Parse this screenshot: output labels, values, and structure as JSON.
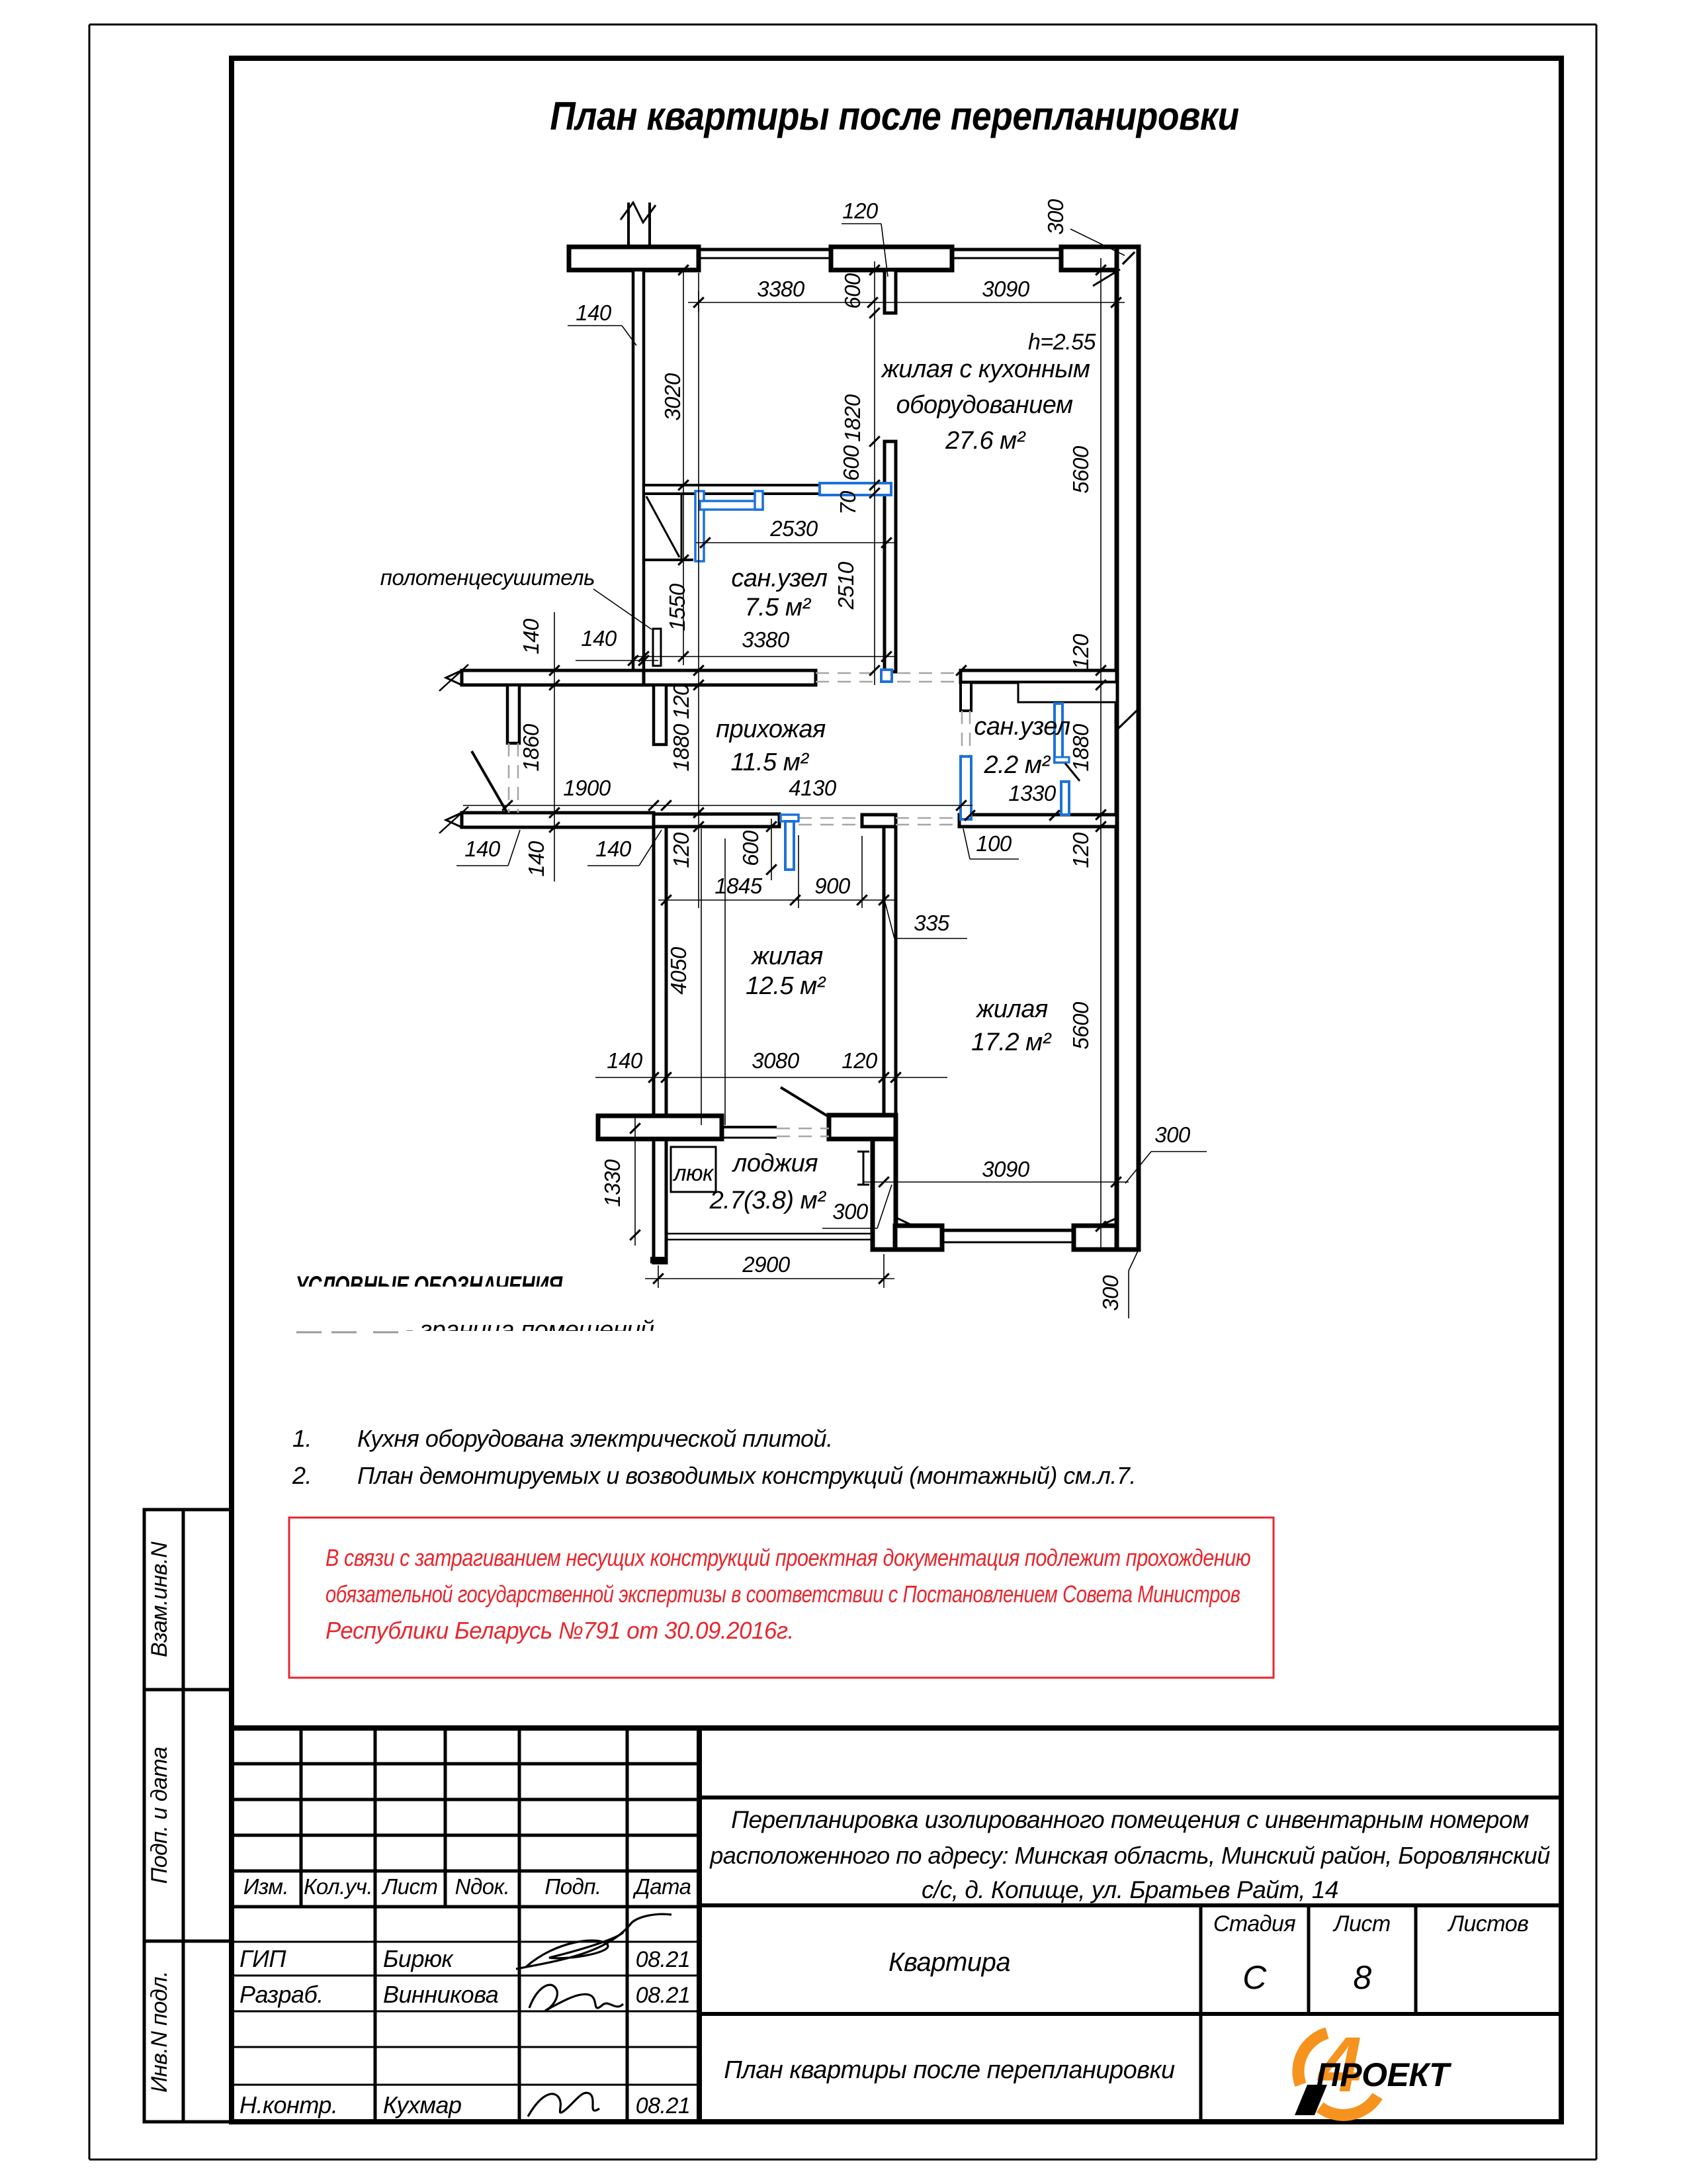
{
  "page": {
    "title": "План квартиры после перепланировки"
  },
  "plan": {
    "rooms": {
      "kitchen_line1": "жилая с кухонным",
      "kitchen_line2": "оборудованием",
      "kitchen_area": "27.6 м²",
      "kitchen_height": "h=2.55",
      "bath1": "сан.узел",
      "bath1_area": "7.5 м²",
      "hall": "прихожая",
      "hall_area": "11.5 м²",
      "bath2": "сан.узел",
      "bath2_area": "2.2 м²",
      "room1": "жилая",
      "room1_area": "12.5 м²",
      "room2": "жилая",
      "room2_area": "17.2 м²",
      "loggia": "лоджия",
      "loggia_area": "2.7(3.8) м²",
      "hatch": "люк",
      "towel": "полотенцесушитель"
    },
    "dims": {
      "t120": "120",
      "t140": "140",
      "t300": "300",
      "t3380": "3380",
      "t3090": "3090",
      "v600a": "600",
      "v1820": "1820",
      "v3020": "3020",
      "v5600t": "5600",
      "v600b": "600",
      "v70": "70",
      "h2530": "2530",
      "v2510": "2510",
      "v1550": "1550",
      "h3380b": "3380",
      "v140a": "140",
      "h140w": "140",
      "v1860": "1860",
      "v120l1": "120",
      "v1880l": "1880",
      "h1900": "1900",
      "h4130": "4130",
      "v140b": "140",
      "h140c": "140",
      "h140d": "140",
      "v120l2": "120",
      "v600d": "600",
      "h1845": "1845",
      "h900": "900",
      "l335": "335",
      "l100": "100",
      "h1330s": "1330",
      "v120r1": "120",
      "v1880r": "1880",
      "v120r2": "120",
      "v5600b": "5600",
      "v4050": "4050",
      "h140e": "140",
      "h3080": "3080",
      "h120e": "120",
      "v1330": "1330",
      "h2900": "2900",
      "h3090b": "3090",
      "l300a": "300",
      "l300b": "300",
      "l300c": "300"
    }
  },
  "legend": {
    "heading": "УСЛОВНЫЕ ОБОЗНАЧЕНИЯ",
    "boundary": "- граница помещений."
  },
  "notes": [
    {
      "num": "1.",
      "text": "Кухня оборудована электрической плитой."
    },
    {
      "num": "2.",
      "text": "План демонтируемых и возводимых конструкций (монтажный) см.л.7."
    }
  ],
  "warning": {
    "color": "#e8262d",
    "lines": [
      "В связи с затрагиванием несущих конструкций проектная документация подлежит прохождению",
      "обязательной государственной экспертизы в соответствии с Постановлением Совета Министров",
      "Республики Беларусь №791 от 30.09.2016г."
    ]
  },
  "sidebar": [
    "Взам.инв.N",
    "Подп. и дата",
    "Инв.N подл."
  ],
  "titleblock": {
    "cols": [
      "Изм.",
      "Кол.уч.",
      "Лист",
      "Nдок.",
      "Подп.",
      "Дата"
    ],
    "rows": [
      {
        "role": "ГИП",
        "name": "Бирюк",
        "date": "08.21"
      },
      {
        "role": "Разраб.",
        "name": "Винникова",
        "date": "08.21"
      },
      {
        "role": "Н.контр.",
        "name": "Кухмар",
        "date": "08.21"
      }
    ],
    "subject": [
      "Перепланировка изолированного помещения с инвентарным номером",
      "расположенного по адресу: Минская область, Минский район, Боровлянский",
      "с/с, д. Копище, ул. Братьев Райт, 14"
    ],
    "object_label": "Квартира",
    "stage_cols": [
      "Стадия",
      "Лист",
      "Листов"
    ],
    "stage_value": "С",
    "sheet_value": "8",
    "doc_title": "План квартиры после перепланировки"
  },
  "logo": {
    "numeral": "4",
    "text": "ПРОЕКТ",
    "orange": "#f6921e"
  },
  "colors": {
    "new_wall_blue": "#1b72d8",
    "warning_red": "#e8262d",
    "boundary_gray": "#a6a6a6"
  }
}
